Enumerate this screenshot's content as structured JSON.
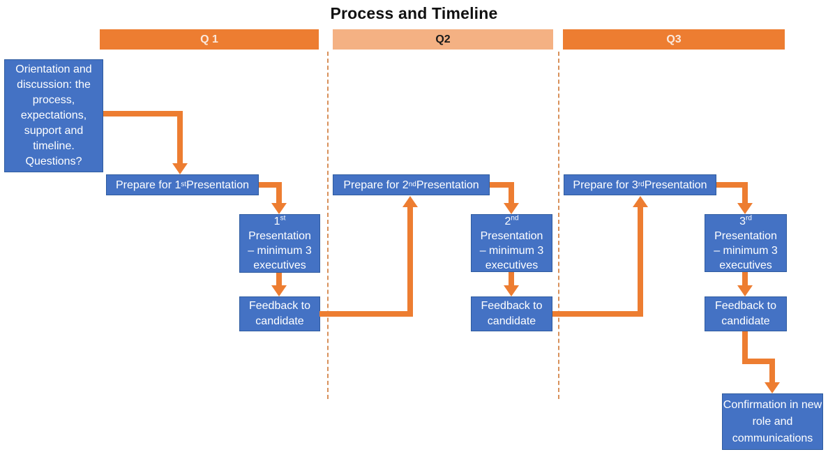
{
  "title": "Process and Timeline",
  "quarters": [
    {
      "label": "Q 1"
    },
    {
      "label": "Q2"
    },
    {
      "label": "Q3"
    }
  ],
  "boxes": {
    "orientation": {
      "text": "Orientation and discussion: the process, expectations, support and timeline. Questions?"
    },
    "prepare1": {
      "pre": "Prepare for 1",
      "sup": "st",
      "post": " Presentation"
    },
    "presentation1": {
      "ordinal": "1",
      "sup": "st",
      "lines": [
        "Presentation",
        "– minimum 3",
        "executives"
      ]
    },
    "feedback1": {
      "text": "Feedback to candidate"
    },
    "prepare2": {
      "pre": "Prepare for 2",
      "sup": "nd",
      "post": " Presentation"
    },
    "presentation2": {
      "ordinal": "2",
      "sup": "nd",
      "lines": [
        "Presentation",
        "– minimum 3",
        "executives"
      ]
    },
    "feedback2": {
      "text": "Feedback to candidate"
    },
    "prepare3": {
      "pre": "Prepare for 3",
      "sup": "rd",
      "post": " Presentation"
    },
    "presentation3": {
      "ordinal": "3",
      "sup": "rd",
      "lines": [
        "Presentation",
        "– minimum 3",
        "executives"
      ]
    },
    "feedback3": {
      "text": "Feedback to candidate"
    },
    "confirmation": {
      "text": "Confirmation in new role and communications"
    }
  },
  "colors": {
    "accent_orange": "#ED7D31",
    "light_orange": "#F4B183",
    "bar_text_light": "#FBE9DD",
    "bar_text_dark": "#1A1A1A",
    "box_blue": "#4472C4",
    "box_border": "#2E5B9F",
    "dashed_separator": "#D8905A",
    "title_text": "#111111"
  }
}
